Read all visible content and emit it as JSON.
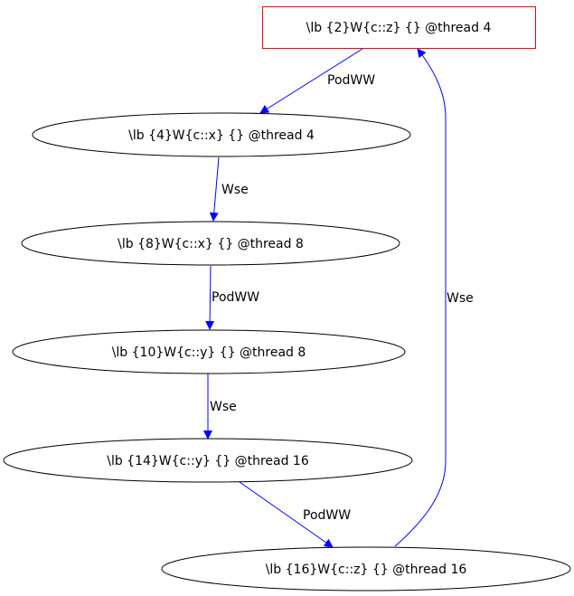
{
  "graph": {
    "type": "directed",
    "edge_color": "#0000ff",
    "nodes": [
      {
        "id": "n2",
        "label": "\\lb {2}W{c::z} {} @thread 4",
        "shape": "box",
        "color": "#ff0000"
      },
      {
        "id": "n4",
        "label": "\\lb {4}W{c::x} {} @thread 4",
        "shape": "ellipse",
        "color": "#000000"
      },
      {
        "id": "n8",
        "label": "\\lb {8}W{c::x} {} @thread 8",
        "shape": "ellipse",
        "color": "#000000"
      },
      {
        "id": "n10",
        "label": "\\lb {10}W{c::y} {} @thread 8",
        "shape": "ellipse",
        "color": "#000000"
      },
      {
        "id": "n14",
        "label": "\\lb {14}W{c::y} {} @thread 16",
        "shape": "ellipse",
        "color": "#000000"
      },
      {
        "id": "n16",
        "label": "\\lb {16}W{c::z} {} @thread 16",
        "shape": "ellipse",
        "color": "#000000"
      }
    ],
    "edges": [
      {
        "from": "n2",
        "to": "n4",
        "label": "PodWW"
      },
      {
        "from": "n4",
        "to": "n8",
        "label": "Wse"
      },
      {
        "from": "n8",
        "to": "n10",
        "label": "PodWW"
      },
      {
        "from": "n10",
        "to": "n14",
        "label": "Wse"
      },
      {
        "from": "n14",
        "to": "n16",
        "label": "PodWW"
      },
      {
        "from": "n16",
        "to": "n2",
        "label": "Wse"
      }
    ]
  }
}
